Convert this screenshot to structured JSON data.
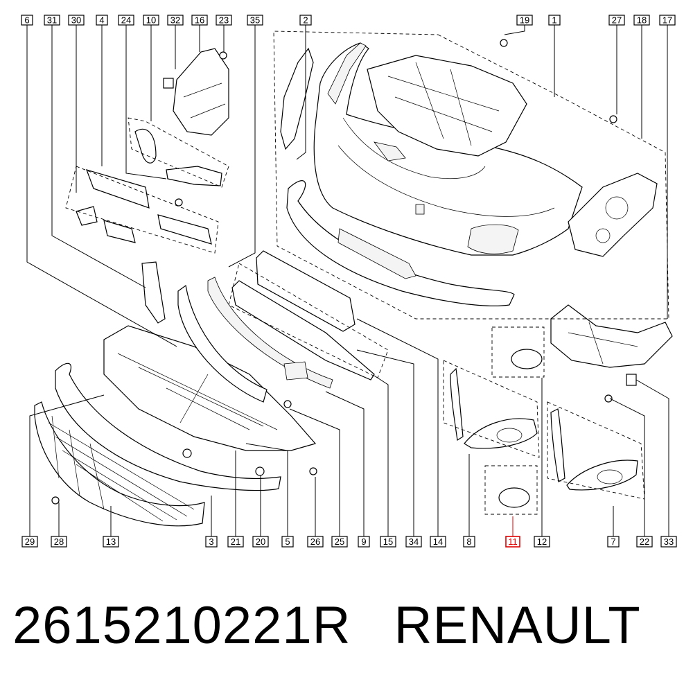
{
  "callouts": {
    "top": [
      "6",
      "31",
      "30",
      "4",
      "24",
      "10",
      "32",
      "16",
      "23",
      "35",
      "2",
      "19",
      "1",
      "27",
      "18",
      "17"
    ],
    "bottom": [
      "29",
      "28",
      "13",
      "3",
      "21",
      "20",
      "5",
      "26",
      "25",
      "9",
      "15",
      "34",
      "14",
      "8",
      "11",
      "12",
      "7",
      "22",
      "33"
    ],
    "highlighted": "11"
  },
  "footer": {
    "part_number": "2615210221R",
    "brand": "RENAULT"
  },
  "colors": {
    "line": "#000000",
    "highlight": "#e00000",
    "background": "#ffffff"
  }
}
